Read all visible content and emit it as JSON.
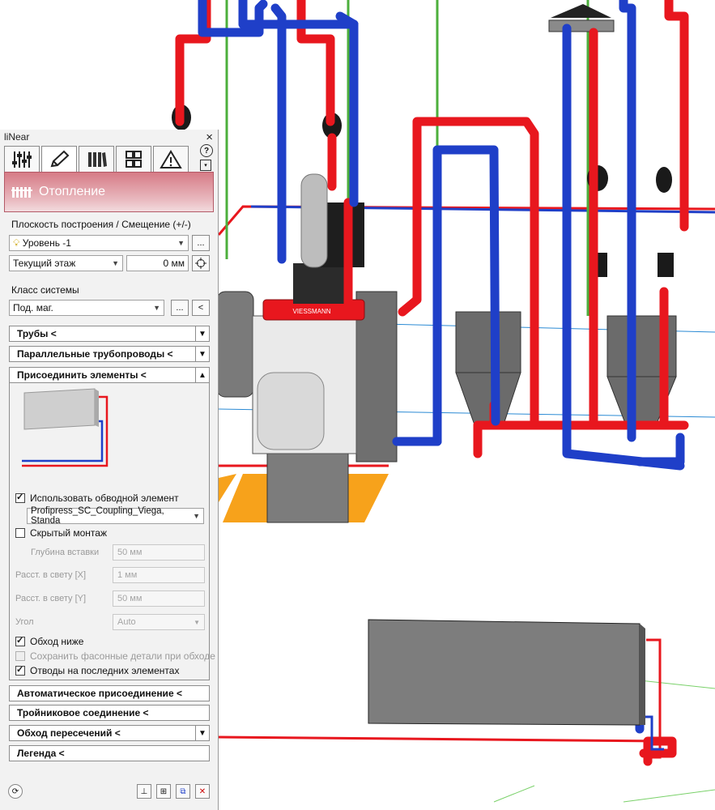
{
  "window": {
    "title": "liNear",
    "close": "×"
  },
  "toolbar": {
    "tabs": [
      {
        "name": "settings",
        "icon": "sliders-icon"
      },
      {
        "name": "draw",
        "icon": "pencil-icon"
      },
      {
        "name": "library",
        "icon": "books-icon"
      },
      {
        "name": "grid",
        "icon": "grid-icon"
      },
      {
        "name": "warnings",
        "icon": "warning-icon"
      }
    ],
    "help": "?",
    "menu": "▾"
  },
  "header": {
    "title": "Отопление",
    "icon": "radiator-icon"
  },
  "plane": {
    "label": "Плоскость построения / Смещение (+/-)",
    "level_value": "Уровень -1",
    "level_more": "...",
    "floor_value": "Текущий этаж",
    "offset_value": "0 мм"
  },
  "system": {
    "label": "Класс системы",
    "value": "Под. маг.",
    "more": "...",
    "back": "<"
  },
  "sections": {
    "pipes": "Трубы <",
    "parallel": "Параллельные трубопроводы <",
    "connect": "Присоединить элементы <",
    "auto": "Автоматическое присоединение <",
    "tee": "Тройниковое соединение <",
    "bypass": "Обход пересечений <",
    "legend": "Легенда <"
  },
  "connect": {
    "use_bypass_label": "Использовать обводной элемент",
    "use_bypass_checked": true,
    "coupling_value": "Profipress_SC_Coupling_Viega, Standa",
    "hidden_label": "Скрытый монтаж",
    "hidden_checked": false,
    "depth_label": "Глубина вставки",
    "depth_value": "50 мм",
    "clear_x_label": "Расст. в свету [X]",
    "clear_x_value": "1 мм",
    "clear_y_label": "Расст. в свету [Y]",
    "clear_y_value": "50 мм",
    "angle_label": "Угол",
    "angle_value": "Auto",
    "bypass_below_label": "Обход ниже",
    "bypass_below_checked": true,
    "keep_fittings_label": "Сохранить фасонные детали при обходе",
    "keep_fittings_checked": false,
    "bends_label": "Отводы на последних элементах",
    "bends_checked": true
  },
  "scene": {
    "boiler_brand": "VIESSMANN"
  },
  "colors": {
    "supply": "#e8171e",
    "return": "#1f3fc8",
    "accent": "#d67b86",
    "orange": "#f7a21b",
    "green": "#4caf3c"
  }
}
